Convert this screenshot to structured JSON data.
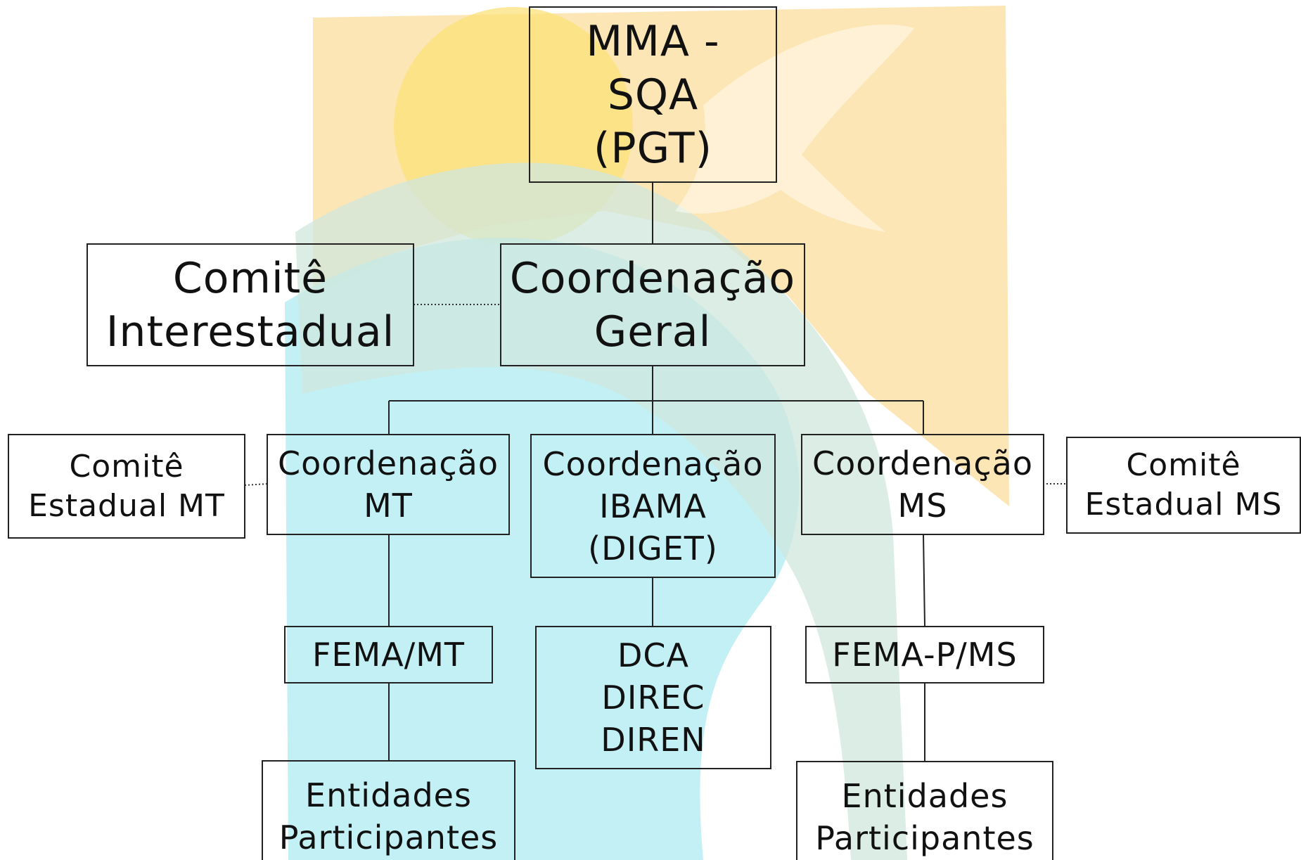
{
  "diagram": {
    "nodes": {
      "mma": {
        "lines": [
          "MMA -",
          "SQA",
          "(PGT)"
        ]
      },
      "comite_inter": {
        "lines": [
          "Comitê",
          "Interestadual"
        ]
      },
      "coord_geral": {
        "lines": [
          "Coordenação",
          "Geral"
        ]
      },
      "comite_mt": {
        "lines": [
          "Comitê",
          "Estadual MT"
        ]
      },
      "coord_mt": {
        "lines": [
          "Coordenação",
          "MT"
        ]
      },
      "coord_ibama": {
        "lines": [
          "Coordenação",
          "IBAMA",
          "(DIGET)"
        ]
      },
      "coord_ms": {
        "lines": [
          "Coordenação",
          "MS"
        ]
      },
      "comite_ms": {
        "lines": [
          "Comitê",
          "Estadual MS"
        ]
      },
      "fema_mt": {
        "lines": [
          "FEMA/MT"
        ]
      },
      "dca": {
        "lines": [
          "DCA",
          "DIREC",
          "DIREN"
        ]
      },
      "fema_ms": {
        "lines": [
          "FEMA-P/MS"
        ]
      },
      "entidades_mt": {
        "lines": [
          "Entidades",
          "Participantes"
        ]
      },
      "entidades_ms": {
        "lines": [
          "Entidades",
          "Participantes"
        ]
      }
    },
    "edges": [
      {
        "from": "mma",
        "to": "coord_geral",
        "style": "solid"
      },
      {
        "from": "comite_inter",
        "to": "coord_geral",
        "style": "dotted"
      },
      {
        "from": "coord_geral",
        "to": "coord_mt",
        "style": "solid"
      },
      {
        "from": "coord_geral",
        "to": "coord_ibama",
        "style": "solid"
      },
      {
        "from": "coord_geral",
        "to": "coord_ms",
        "style": "solid"
      },
      {
        "from": "comite_mt",
        "to": "coord_mt",
        "style": "dotted"
      },
      {
        "from": "coord_ms",
        "to": "comite_ms",
        "style": "dotted"
      },
      {
        "from": "coord_mt",
        "to": "fema_mt",
        "style": "solid"
      },
      {
        "from": "fema_mt",
        "to": "entidades_mt",
        "style": "solid"
      },
      {
        "from": "coord_ibama",
        "to": "dca",
        "style": "solid"
      },
      {
        "from": "coord_ms",
        "to": "fema_ms",
        "style": "solid"
      },
      {
        "from": "fema_ms",
        "to": "entidades_ms",
        "style": "solid"
      }
    ]
  },
  "colors": {
    "border": "#222222",
    "text": "#111111",
    "watermark_orange": "#fde2a8",
    "watermark_sun": "#fbe27a",
    "watermark_cyan": "#bdeef4",
    "watermark_teal": "#cfe7dc"
  }
}
